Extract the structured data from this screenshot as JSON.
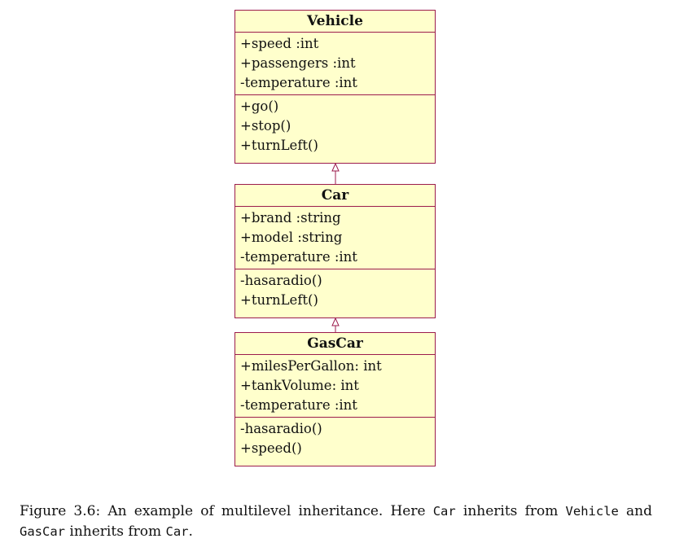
{
  "classes": [
    {
      "name": "Vehicle",
      "attributes": [
        "+speed :int",
        "+passengers :int",
        "-temperature :int"
      ],
      "methods": [
        "+go()",
        "+stop()",
        "+turnLeft()"
      ]
    },
    {
      "name": "Car",
      "attributes": [
        "+brand :string",
        "+model :string",
        "-temperature :int"
      ],
      "methods": [
        "-hasaradio()",
        "+turnLeft()"
      ]
    },
    {
      "name": "GasCar",
      "attributes": [
        "+milesPerGallon: int",
        "+tankVolume: int",
        "-temperature :int"
      ],
      "methods": [
        "-hasaradio()",
        "+speed()"
      ]
    }
  ],
  "colors": {
    "box_fill": "#ffffcc",
    "border": "#9c1c4c"
  },
  "caption": {
    "prefix": "Figure 3.6:",
    "text1": "An example of multilevel inheritance. Here",
    "code1": "Car",
    "text2": "inherits from",
    "code2": "Vehicle",
    "text3": "and",
    "code3": "GasCar",
    "text4": "inherits from",
    "code4": "Car",
    "text5": "."
  }
}
